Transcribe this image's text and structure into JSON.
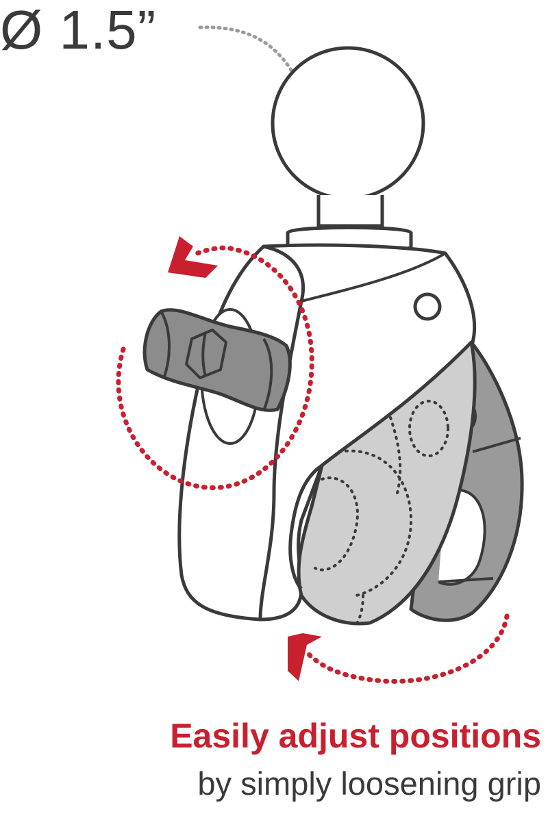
{
  "dimension": {
    "label": "Ø 1.5”"
  },
  "caption": {
    "title": "Easily adjust positions",
    "subtitle": "by simply loosening grip"
  },
  "colors": {
    "accent": "#c8202f",
    "outline": "#3a3a3a",
    "knob_fill": "#8c8c8c",
    "pad_fill": "#cfcfcf",
    "dark_pad_fill": "#9a9a9a",
    "leader": "#9a9a9a"
  },
  "icons": [
    "rotate-arrow-icon",
    "tighten-arrow-icon",
    "dimension-leader-icon"
  ]
}
